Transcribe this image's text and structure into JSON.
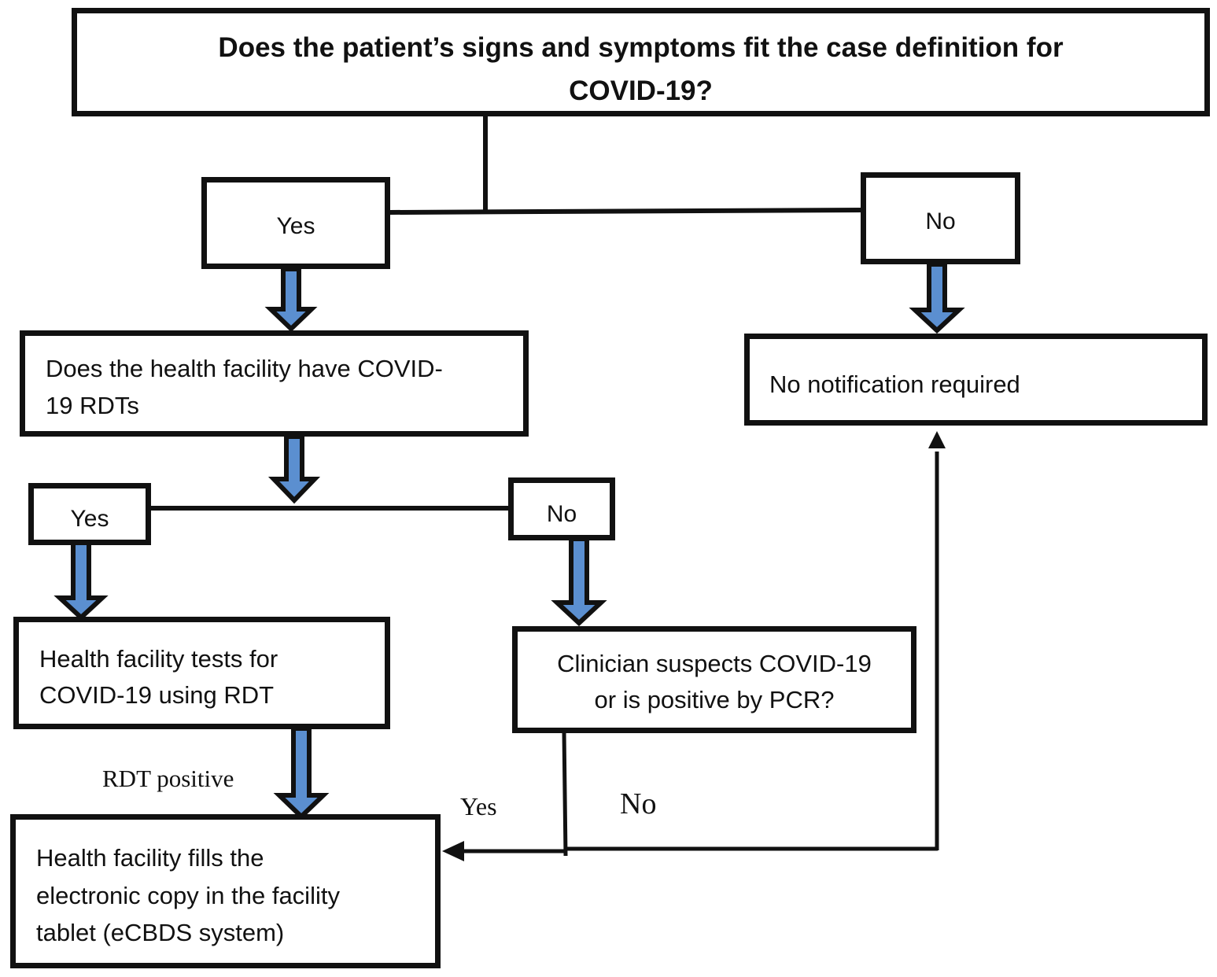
{
  "diagram": {
    "question_main": {
      "line1": "Does the patient’s signs and symptoms fit the case definition for",
      "line2": "COVID-19?"
    },
    "branch_yes_1": "Yes",
    "branch_no_1": "No",
    "question_rdt": {
      "line1": "Does the health facility have COVID-",
      "line2": "19 RDTs"
    },
    "no_notification": "No notification required",
    "branch_yes_2": "Yes",
    "branch_no_2": "No",
    "test_rdt": {
      "line1": "Health facility tests for",
      "line2": "COVID-19 using RDT"
    },
    "clinician_suspects": {
      "line1": "Clinician suspects COVID-19",
      "line2": "or is positive by PCR?"
    },
    "label_rdt_positive": "RDT positive",
    "label_yes_3": "Yes",
    "label_no_3": "No",
    "fill_ecbds": {
      "line1": "Health facility fills the",
      "line2": "electronic copy in the facility",
      "line3": "tablet (eCBDS system)"
    }
  },
  "colors": {
    "arrow_fill": "#5b8fd0",
    "line": "#111111"
  }
}
